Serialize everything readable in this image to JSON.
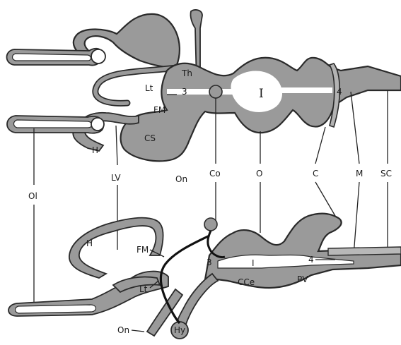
{
  "labels": {
    "th": "Th",
    "lt_top": "Lt",
    "three_top": "3",
    "one_top": "I",
    "four_top": "4",
    "fm_top": "FM",
    "cs": "CS",
    "h_top": "H",
    "on_top": "On",
    "co": "Co",
    "o": "O",
    "c": "C",
    "m": "M",
    "sc": "SC",
    "lv": "LV",
    "ol": "Ol",
    "h_bottom": "H",
    "fm_bottom": "FM",
    "three_bottom": "3",
    "one_bottom": "I",
    "four_bottom": "4",
    "lt_bottom": "Lt",
    "cce": "CCe",
    "pv": "PV",
    "on_bottom": "On",
    "hy": "Hy"
  }
}
